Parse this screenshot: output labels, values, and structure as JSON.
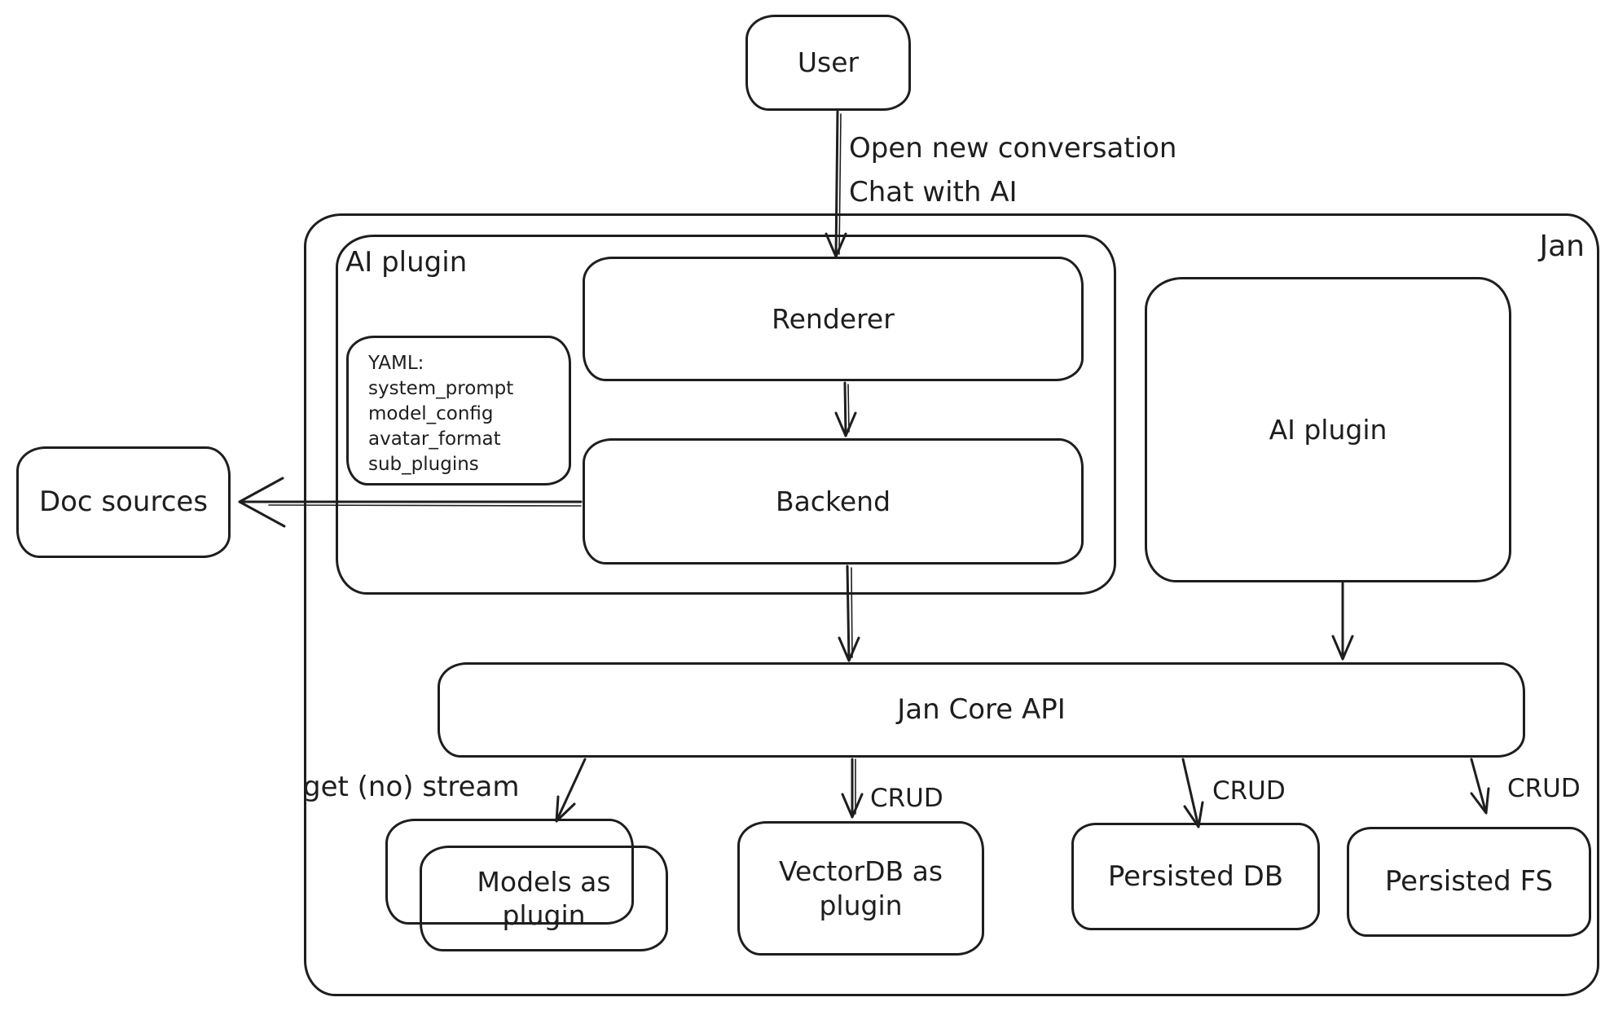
{
  "colors": {
    "stroke": "#1e1e1e",
    "background": "#ffffff"
  },
  "nodes": {
    "user": {
      "label": "User"
    },
    "jan_container": {
      "label": "Jan"
    },
    "ai_plugin_container": {
      "label": "AI plugin"
    },
    "renderer": {
      "label": "Renderer"
    },
    "backend": {
      "label": "Backend"
    },
    "yaml_note": {
      "lines": [
        "YAML:",
        "system_prompt",
        "model_config",
        "avatar_format",
        "sub_plugins"
      ]
    },
    "doc_sources": {
      "label": "Doc sources"
    },
    "ai_plugin_right": {
      "label": "AI plugin"
    },
    "jan_core_api": {
      "label": "Jan Core API"
    },
    "models_plugin": {
      "label": "Models as plugin"
    },
    "vectordb_plugin": {
      "label": "VectorDB as plugin"
    },
    "persisted_db": {
      "label": "Persisted DB"
    },
    "persisted_fs": {
      "label": "Persisted FS"
    }
  },
  "edges": {
    "user_to_renderer": {
      "label_line1": "Open new conversation",
      "label_line2": "Chat with AI"
    },
    "core_to_models": {
      "label": "get (no) stream"
    },
    "core_to_vectordb": {
      "label": "CRUD"
    },
    "core_to_persisted_db": {
      "label": "CRUD"
    },
    "core_to_persisted_fs": {
      "label": "CRUD"
    }
  }
}
